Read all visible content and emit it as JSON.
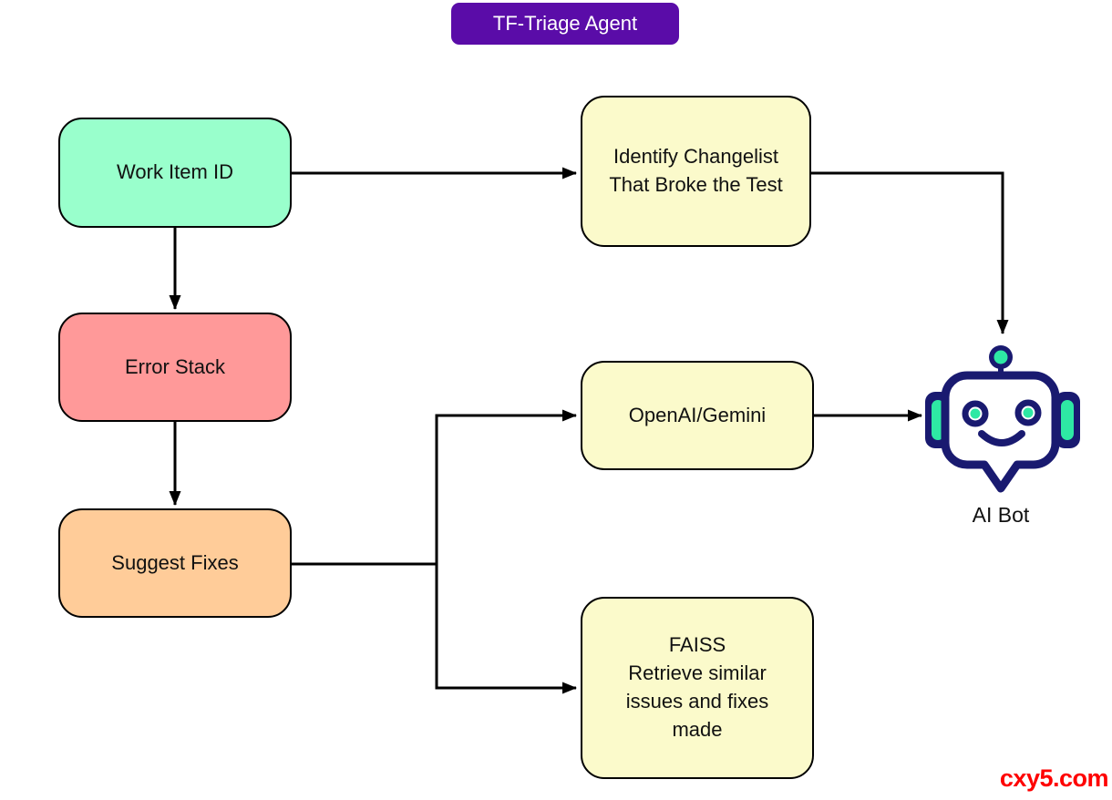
{
  "title": {
    "label": "TF-Triage Agent",
    "bg": "#5A0CA8",
    "text_color": "#FFFFFF"
  },
  "nodes": {
    "work_item_id": {
      "label": "Work Item ID",
      "fill": "#99FFCC"
    },
    "identify_changelist": {
      "label": "Identify Changelist\nThat Broke the Test",
      "fill": "#FBFACB"
    },
    "error_stack": {
      "label": "Error Stack",
      "fill": "#FF9999"
    },
    "suggest_fixes": {
      "label": "Suggest Fixes",
      "fill": "#FFCC99"
    },
    "openai_gemini": {
      "label": "OpenAI/Gemini",
      "fill": "#FBFACB"
    },
    "faiss": {
      "label": "FAISS\nRetrieve similar\nissues and fixes\nmade",
      "fill": "#FBFACB"
    }
  },
  "bot": {
    "label": "AI Bot",
    "body_color": "#191A70",
    "accent_color": "#2EE8A4",
    "face_color": "#FFFFFF"
  },
  "edges": [
    {
      "from": "work_item_id",
      "to": "identify_changelist"
    },
    {
      "from": "work_item_id",
      "to": "error_stack"
    },
    {
      "from": "error_stack",
      "to": "suggest_fixes"
    },
    {
      "from": "identify_changelist",
      "to": "ai_bot"
    },
    {
      "from": "suggest_fixes",
      "to": "openai_gemini"
    },
    {
      "from": "suggest_fixes",
      "to": "faiss"
    },
    {
      "from": "openai_gemini",
      "to": "ai_bot"
    }
  ],
  "edge_style": {
    "color": "#000000"
  },
  "watermark": {
    "label": "cxy5.com",
    "color": "#FE0000"
  }
}
